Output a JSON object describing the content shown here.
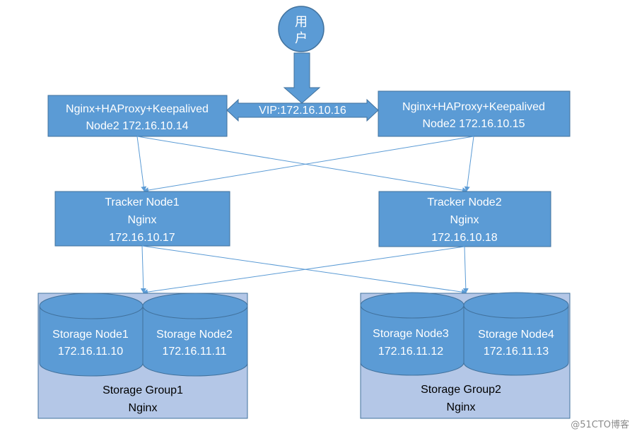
{
  "user": {
    "line1": "用",
    "line2": "户"
  },
  "lb": {
    "vip": "VIP:172.16.10.16",
    "left": {
      "line1": "Nginx+HAProxy+Keepalived",
      "line2": "Node2 172.16.10.14"
    },
    "right": {
      "line1": "Nginx+HAProxy+Keepalived",
      "line2": "Node2 172.16.10.15"
    }
  },
  "trackers": [
    {
      "line1": "Tracker Node1",
      "line2": "Nginx",
      "line3": "172.16.10.17"
    },
    {
      "line1": "Tracker Node2",
      "line2": "Nginx",
      "line3": "172.16.10.18"
    }
  ],
  "groups": [
    {
      "line1": "Storage Group1",
      "line2": "Nginx",
      "nodes": [
        {
          "line1": "Storage Node1",
          "line2": "172.16.11.10"
        },
        {
          "line1": "Storage Node2",
          "line2": "172.16.11.11"
        }
      ]
    },
    {
      "line1": "Storage Group2",
      "line2": "Nginx",
      "nodes": [
        {
          "line1": "Storage Node3",
          "line2": "172.16.11.12"
        },
        {
          "line1": "Storage Node4",
          "line2": "172.16.11.13"
        }
      ]
    }
  ],
  "watermark": "@51CTO博客",
  "colors": {
    "node_fill": "#5b9bd5",
    "node_stroke": "#41719c",
    "group_fill": "#b4c7e7",
    "text": "#ffffff",
    "connector": "#5b9bd5"
  }
}
